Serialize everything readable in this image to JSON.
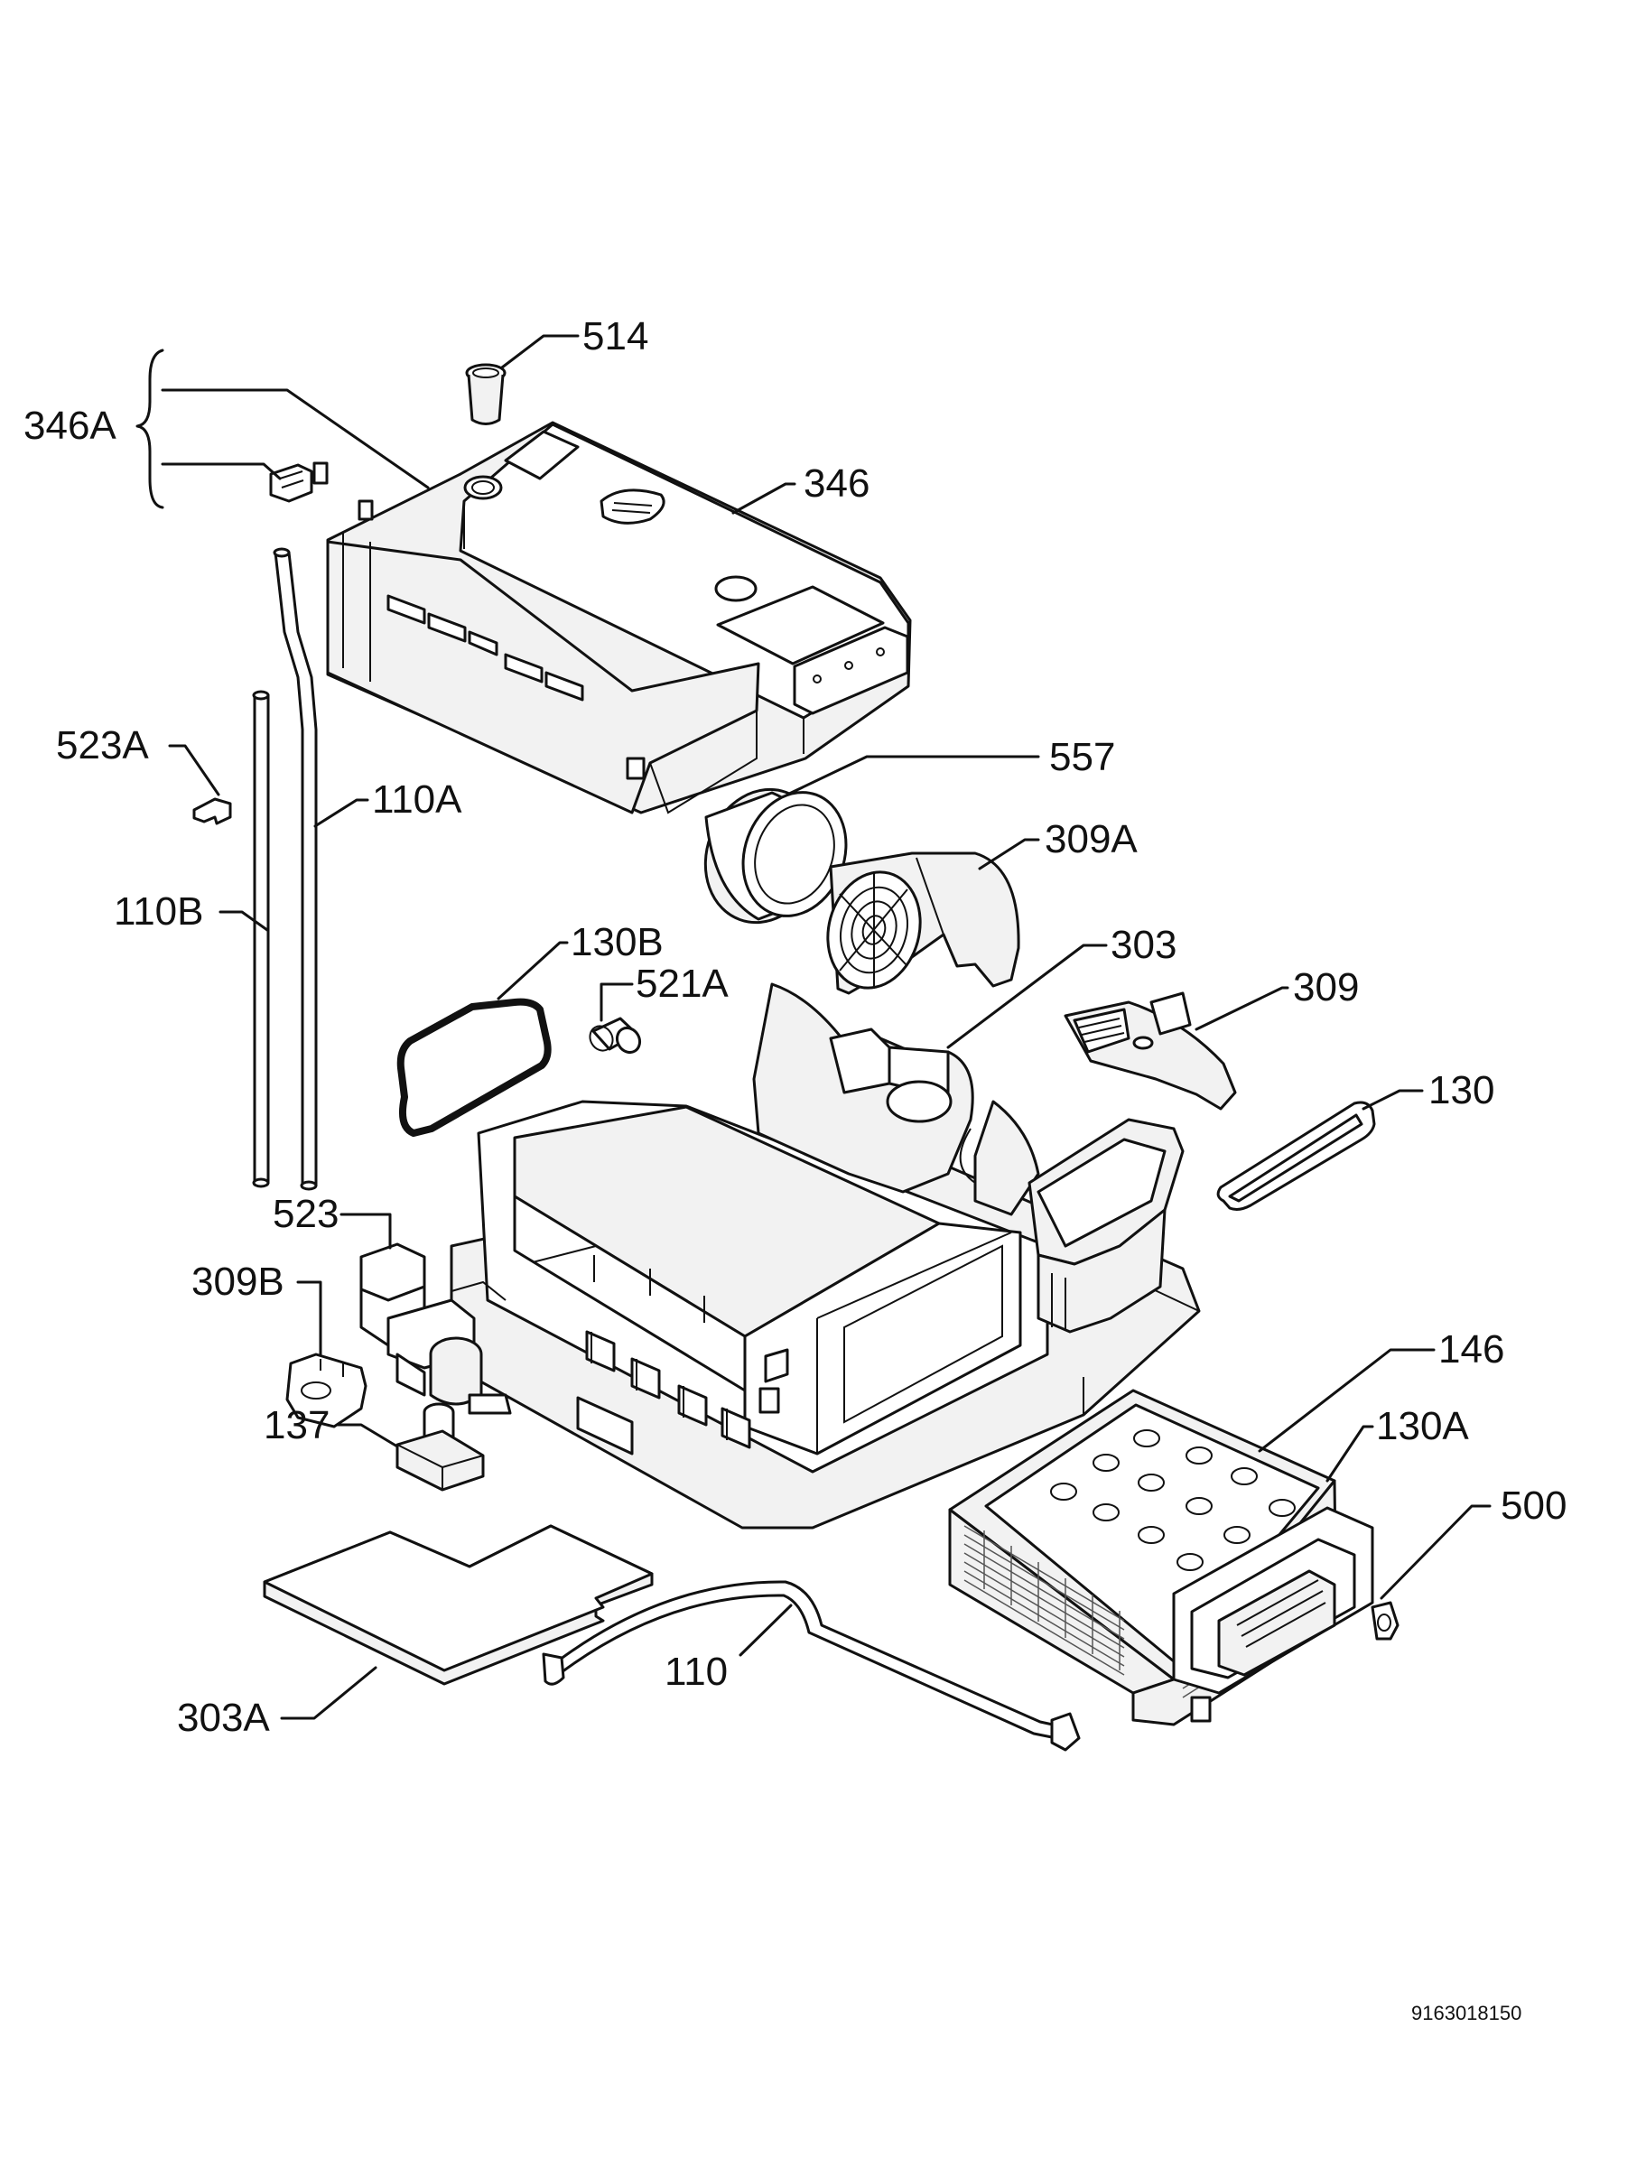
{
  "labels": {
    "l514": "514",
    "l346a": "346A",
    "l346": "346",
    "l523a": "523A",
    "l110a": "110A",
    "l557": "557",
    "l309a": "309A",
    "l110b": "110B",
    "l130b": "130B",
    "l303": "303",
    "l521a": "521A",
    "l309": "309",
    "l130": "130",
    "l523": "523",
    "l309b": "309B",
    "l146": "146",
    "l130a": "130A",
    "l137": "137",
    "l500": "500",
    "l110": "110",
    "l303a": "303A"
  },
  "document_number": "9163018150"
}
